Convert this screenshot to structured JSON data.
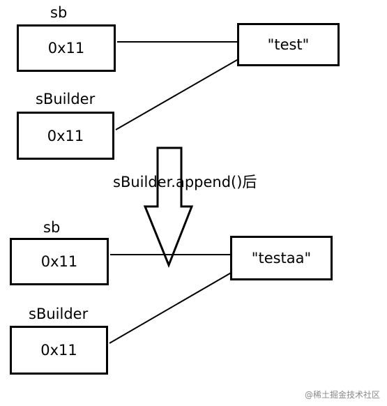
{
  "top": {
    "sb_label": "sb",
    "sb_value": "0x11",
    "sbuilder_label": "sBuilder",
    "sbuilder_value": "0x11",
    "target": "\"test\""
  },
  "transition_label": "sBuilder.append()后",
  "bottom": {
    "sb_label": "sb",
    "sb_value": "0x11",
    "sbuilder_label": "sBuilder",
    "sbuilder_value": "0x11",
    "target": "\"testaa\""
  },
  "watermark": "@稀土掘金技术社区",
  "colors": {
    "stroke": "#000000",
    "background": "#ffffff",
    "watermark": "#8a8a8a"
  }
}
